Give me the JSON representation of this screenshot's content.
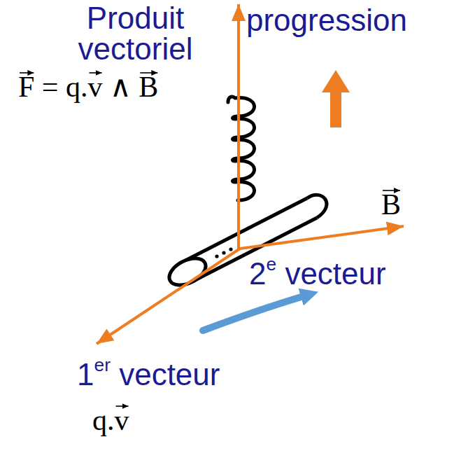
{
  "diagram": {
    "labels": [
      "Produit vectoriel",
      "progression",
      "F = q.v ∧ B",
      "B",
      "2e vecteur",
      "1er vecteur",
      "q.v"
    ]
  }
}
